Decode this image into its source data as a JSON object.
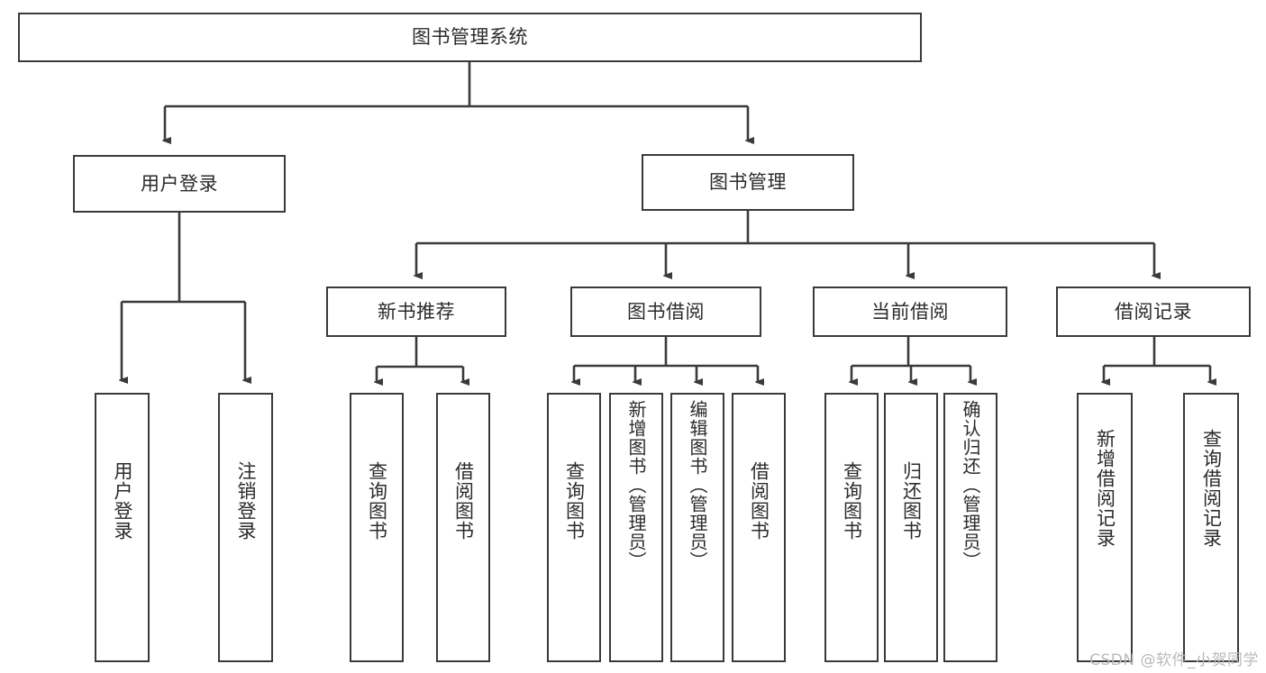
{
  "diagram": {
    "type": "tree-hierarchy-flowchart",
    "title": "图书管理系统",
    "watermark": "CSDN @软件_小贺同学",
    "colors": {
      "stroke": "#3a3a3a",
      "fill": "#ffffff",
      "text": "#2b2b2b",
      "watermark": "#b9b9b9",
      "background": "#ffffff"
    },
    "nodes": {
      "root": {
        "label": "图书管理系统"
      },
      "level1": [
        {
          "id": "user-login",
          "label": "用户登录"
        },
        {
          "id": "book-manage",
          "label": "图书管理"
        }
      ],
      "level2": [
        {
          "id": "new-book-recommend",
          "label": "新书推荐"
        },
        {
          "id": "book-borrow",
          "label": "图书借阅"
        },
        {
          "id": "current-borrow",
          "label": "当前借阅"
        },
        {
          "id": "borrow-record",
          "label": "借阅记录"
        }
      ],
      "leaves": {
        "user_login": [
          {
            "id": "leaf-user-login",
            "label": "用户登录"
          },
          {
            "id": "leaf-user-logout",
            "label": "注销登录"
          }
        ],
        "new_book_recommend": [
          {
            "id": "leaf-query-book-1",
            "label": "查询图书"
          },
          {
            "id": "leaf-borrow-book-1",
            "label": "借阅图书"
          }
        ],
        "book_borrow": [
          {
            "id": "leaf-query-book-2",
            "label": "查询图书"
          },
          {
            "id": "leaf-add-book",
            "label": "新增图书（管理员）"
          },
          {
            "id": "leaf-edit-book",
            "label": "编辑图书（管理员）"
          },
          {
            "id": "leaf-borrow-book-2",
            "label": "借阅图书"
          }
        ],
        "current_borrow": [
          {
            "id": "leaf-query-book-3",
            "label": "查询图书"
          },
          {
            "id": "leaf-return-book",
            "label": "归还图书"
          },
          {
            "id": "leaf-confirm-return",
            "label": "确认归还（管理员）"
          }
        ],
        "borrow_record": [
          {
            "id": "leaf-add-record",
            "label": "新增借阅记录"
          },
          {
            "id": "leaf-query-record",
            "label": "查询借阅记录"
          }
        ]
      }
    },
    "edges": [
      {
        "from": "图书管理系统",
        "to": "用户登录"
      },
      {
        "from": "图书管理系统",
        "to": "图书管理"
      },
      {
        "from": "用户登录",
        "to": "用户登录"
      },
      {
        "from": "用户登录",
        "to": "注销登录"
      },
      {
        "from": "图书管理",
        "to": "新书推荐"
      },
      {
        "from": "图书管理",
        "to": "图书借阅"
      },
      {
        "from": "图书管理",
        "to": "当前借阅"
      },
      {
        "from": "图书管理",
        "to": "借阅记录"
      },
      {
        "from": "新书推荐",
        "to": "查询图书"
      },
      {
        "from": "新书推荐",
        "to": "借阅图书"
      },
      {
        "from": "图书借阅",
        "to": "查询图书"
      },
      {
        "from": "图书借阅",
        "to": "新增图书（管理员）"
      },
      {
        "from": "图书借阅",
        "to": "编辑图书（管理员）"
      },
      {
        "from": "图书借阅",
        "to": "借阅图书"
      },
      {
        "from": "当前借阅",
        "to": "查询图书"
      },
      {
        "from": "当前借阅",
        "to": "归还图书"
      },
      {
        "from": "当前借阅",
        "to": "确认归还（管理员）"
      },
      {
        "from": "借阅记录",
        "to": "新增借阅记录"
      },
      {
        "from": "借阅记录",
        "to": "查询借阅记录"
      }
    ]
  }
}
